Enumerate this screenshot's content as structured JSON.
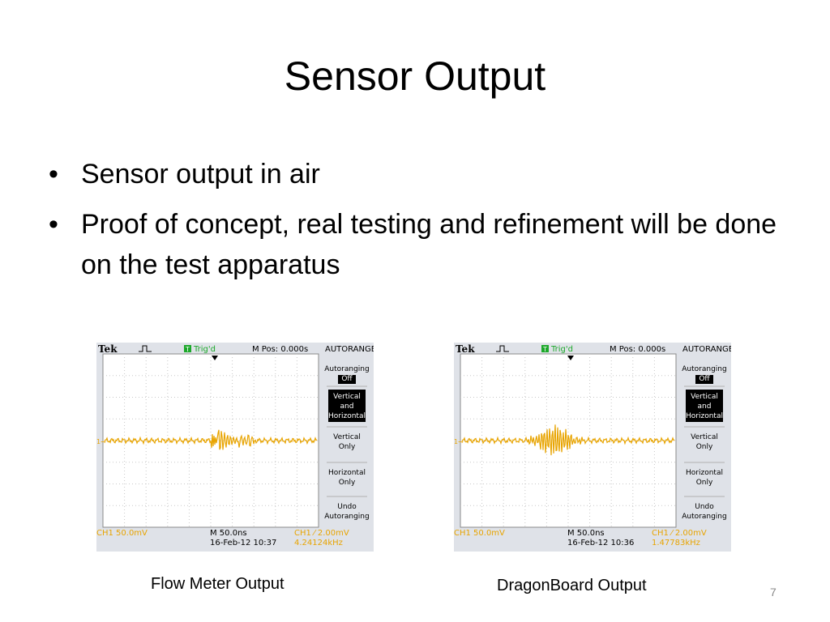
{
  "slide": {
    "title": "Sensor Output",
    "bullets": [
      "Sensor output in air",
      "Proof of concept, real testing and refinement will be done on the test apparatus"
    ],
    "page_number": "7"
  },
  "scopes": [
    {
      "caption": "Flow Meter Output",
      "header": {
        "brand": "Tek",
        "trig": "Trig'd",
        "mpos": "M Pos: 0.000s",
        "mode": "AUTORANGE"
      },
      "menu": [
        {
          "line1": "Autoranging",
          "line2": "Off"
        },
        {
          "line1": "Vertical",
          "line2": "and",
          "line3": "Horizontal"
        },
        {
          "line1": "Vertical",
          "line2": "Only"
        },
        {
          "line1": "Horizontal",
          "line2": "Only"
        },
        {
          "line1": "Undo",
          "line2": "Autoranging"
        }
      ],
      "footer": {
        "ch1": "CH1  50.0mV",
        "m": "M 50.0ns",
        "date": "16-Feb-12 10:37",
        "trig": "CH1 ⁄ 2.00mV",
        "freq": "4.24124kHz"
      },
      "channel_marker": "1→",
      "waveform_color": "#e8a400"
    },
    {
      "caption": "DragonBoard Output",
      "header": {
        "brand": "Tek",
        "trig": "Trig'd",
        "mpos": "M Pos: 0.000s",
        "mode": "AUTORANGE"
      },
      "menu": [
        {
          "line1": "Autoranging",
          "line2": "Off"
        },
        {
          "line1": "Vertical",
          "line2": "and",
          "line3": "Horizontal"
        },
        {
          "line1": "Vertical",
          "line2": "Only"
        },
        {
          "line1": "Horizontal",
          "line2": "Only"
        },
        {
          "line1": "Undo",
          "line2": "Autoranging"
        }
      ],
      "footer": {
        "ch1": "CH1  50.0mV",
        "m": "M 50.0ns",
        "date": "16-Feb-12 10:36",
        "trig": "CH1 ⁄ 2.00mV",
        "freq": "1.47783kHz"
      },
      "channel_marker": "1→",
      "waveform_color": "#e8a400"
    }
  ]
}
